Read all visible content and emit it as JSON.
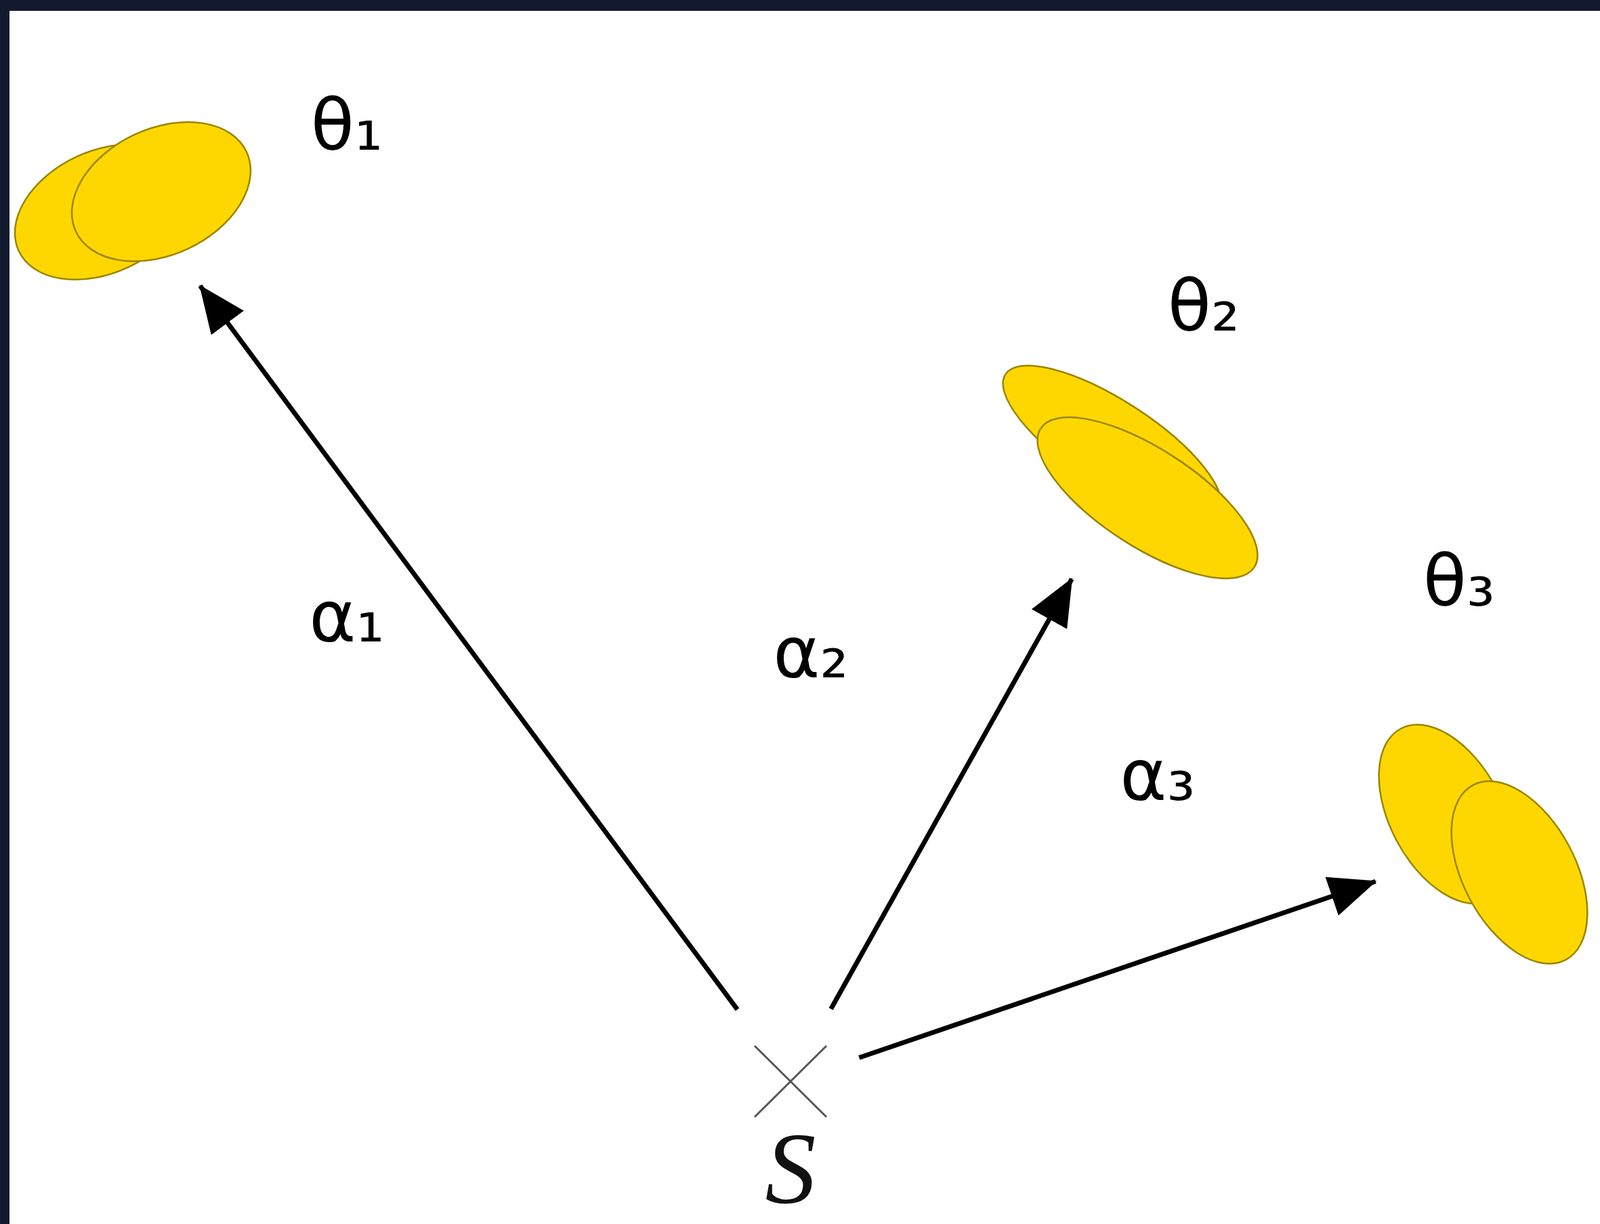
{
  "diagram": {
    "nodes": [
      {
        "text": [
          "θ₁"
        ]
      },
      {
        "text": [
          "θ₂"
        ]
      },
      {
        "text": [
          "θ₃"
        ]
      },
      {
        "text": [
          "S"
        ]
      }
    ],
    "edges": [
      {
        "from": 3,
        "to": 0,
        "label": "α₁",
        "arrow": "to"
      },
      {
        "from": 3,
        "to": 1,
        "label": "α₂",
        "arrow": "to"
      },
      {
        "from": 3,
        "to": 2,
        "label": "α₃",
        "arrow": "to"
      }
    ]
  }
}
